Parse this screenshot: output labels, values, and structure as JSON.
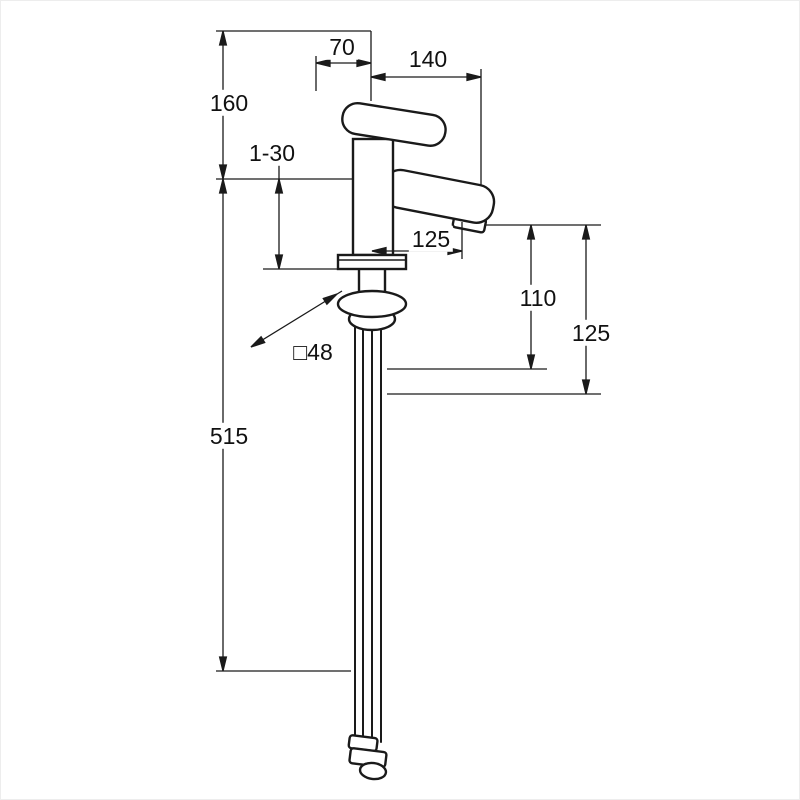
{
  "meta": {
    "background_color": "#ffffff",
    "line_color": "#1a1a1a",
    "drawing_subject": "single-lever basin mixer tap, tall body with flexible supply hoses, technical dimension drawing"
  },
  "labels": {
    "handle_offset": "70",
    "spout_projection": "140",
    "height_above_deck": "160",
    "mounting_thickness_range": "1-30",
    "spout_reach": "125",
    "outlet_height": "110",
    "outlet_depth": "125",
    "base_square": "□48",
    "hose_length": "515"
  }
}
